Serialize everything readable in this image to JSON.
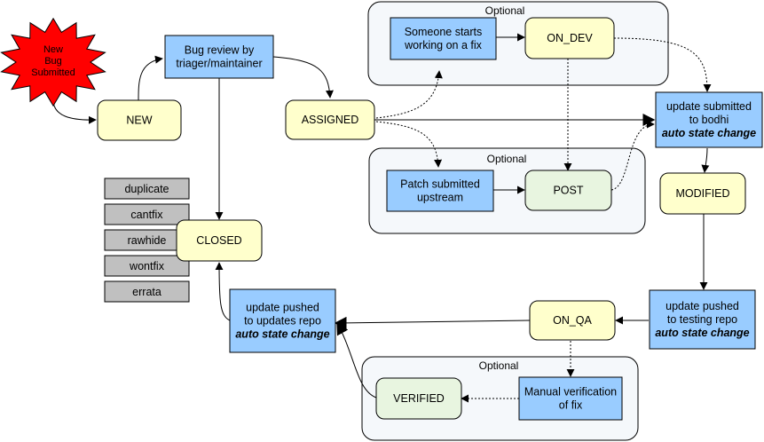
{
  "start": {
    "lines": [
      "New",
      "Bug",
      "Submitted"
    ]
  },
  "groups": [
    {
      "id": "optional-group-top",
      "label": "Optional"
    },
    {
      "id": "optional-group-middle",
      "label": "Optional"
    },
    {
      "id": "optional-group-bottom",
      "label": "Optional"
    }
  ],
  "nodes": {
    "bug_review": {
      "lines": [
        "Bug review by",
        "triager/maintainer"
      ]
    },
    "new": {
      "lines": [
        "NEW"
      ]
    },
    "assigned": {
      "lines": [
        "ASSIGNED"
      ]
    },
    "someone_starts": {
      "lines": [
        "Someone starts",
        "working on a fix"
      ]
    },
    "on_dev": {
      "lines": [
        "ON_DEV"
      ]
    },
    "patch_upstream": {
      "lines": [
        "Patch submitted",
        "upstream"
      ]
    },
    "post": {
      "lines": [
        "POST"
      ]
    },
    "update_bodhi": {
      "lines": [
        "update submitted",
        "to bodhi"
      ],
      "emphasis": "auto state change"
    },
    "modified": {
      "lines": [
        "MODIFIED"
      ]
    },
    "closed": {
      "lines": [
        "CLOSED"
      ]
    },
    "update_testing": {
      "lines": [
        "update pushed",
        "to testing repo"
      ],
      "emphasis": "auto state change"
    },
    "on_qa": {
      "lines": [
        "ON_QA"
      ]
    },
    "update_updates": {
      "lines": [
        "update pushed",
        "to updates repo"
      ],
      "emphasis": "auto state change"
    },
    "manual_verification": {
      "lines": [
        "Manual verification",
        "of fix"
      ]
    },
    "verified": {
      "lines": [
        "VERIFIED"
      ]
    }
  },
  "resolutions": [
    "duplicate",
    "cantfix",
    "rawhide",
    "wontfix",
    "errata"
  ],
  "colors": {
    "start_fill": "#ff0000",
    "state_fill": "#ffffcc",
    "optional_state_fill": "#e8f5e0",
    "action_fill": "#99ccff",
    "resolution_fill": "#c0c0c0",
    "group_fill": "#f5f8fb",
    "stroke": "#000000"
  }
}
